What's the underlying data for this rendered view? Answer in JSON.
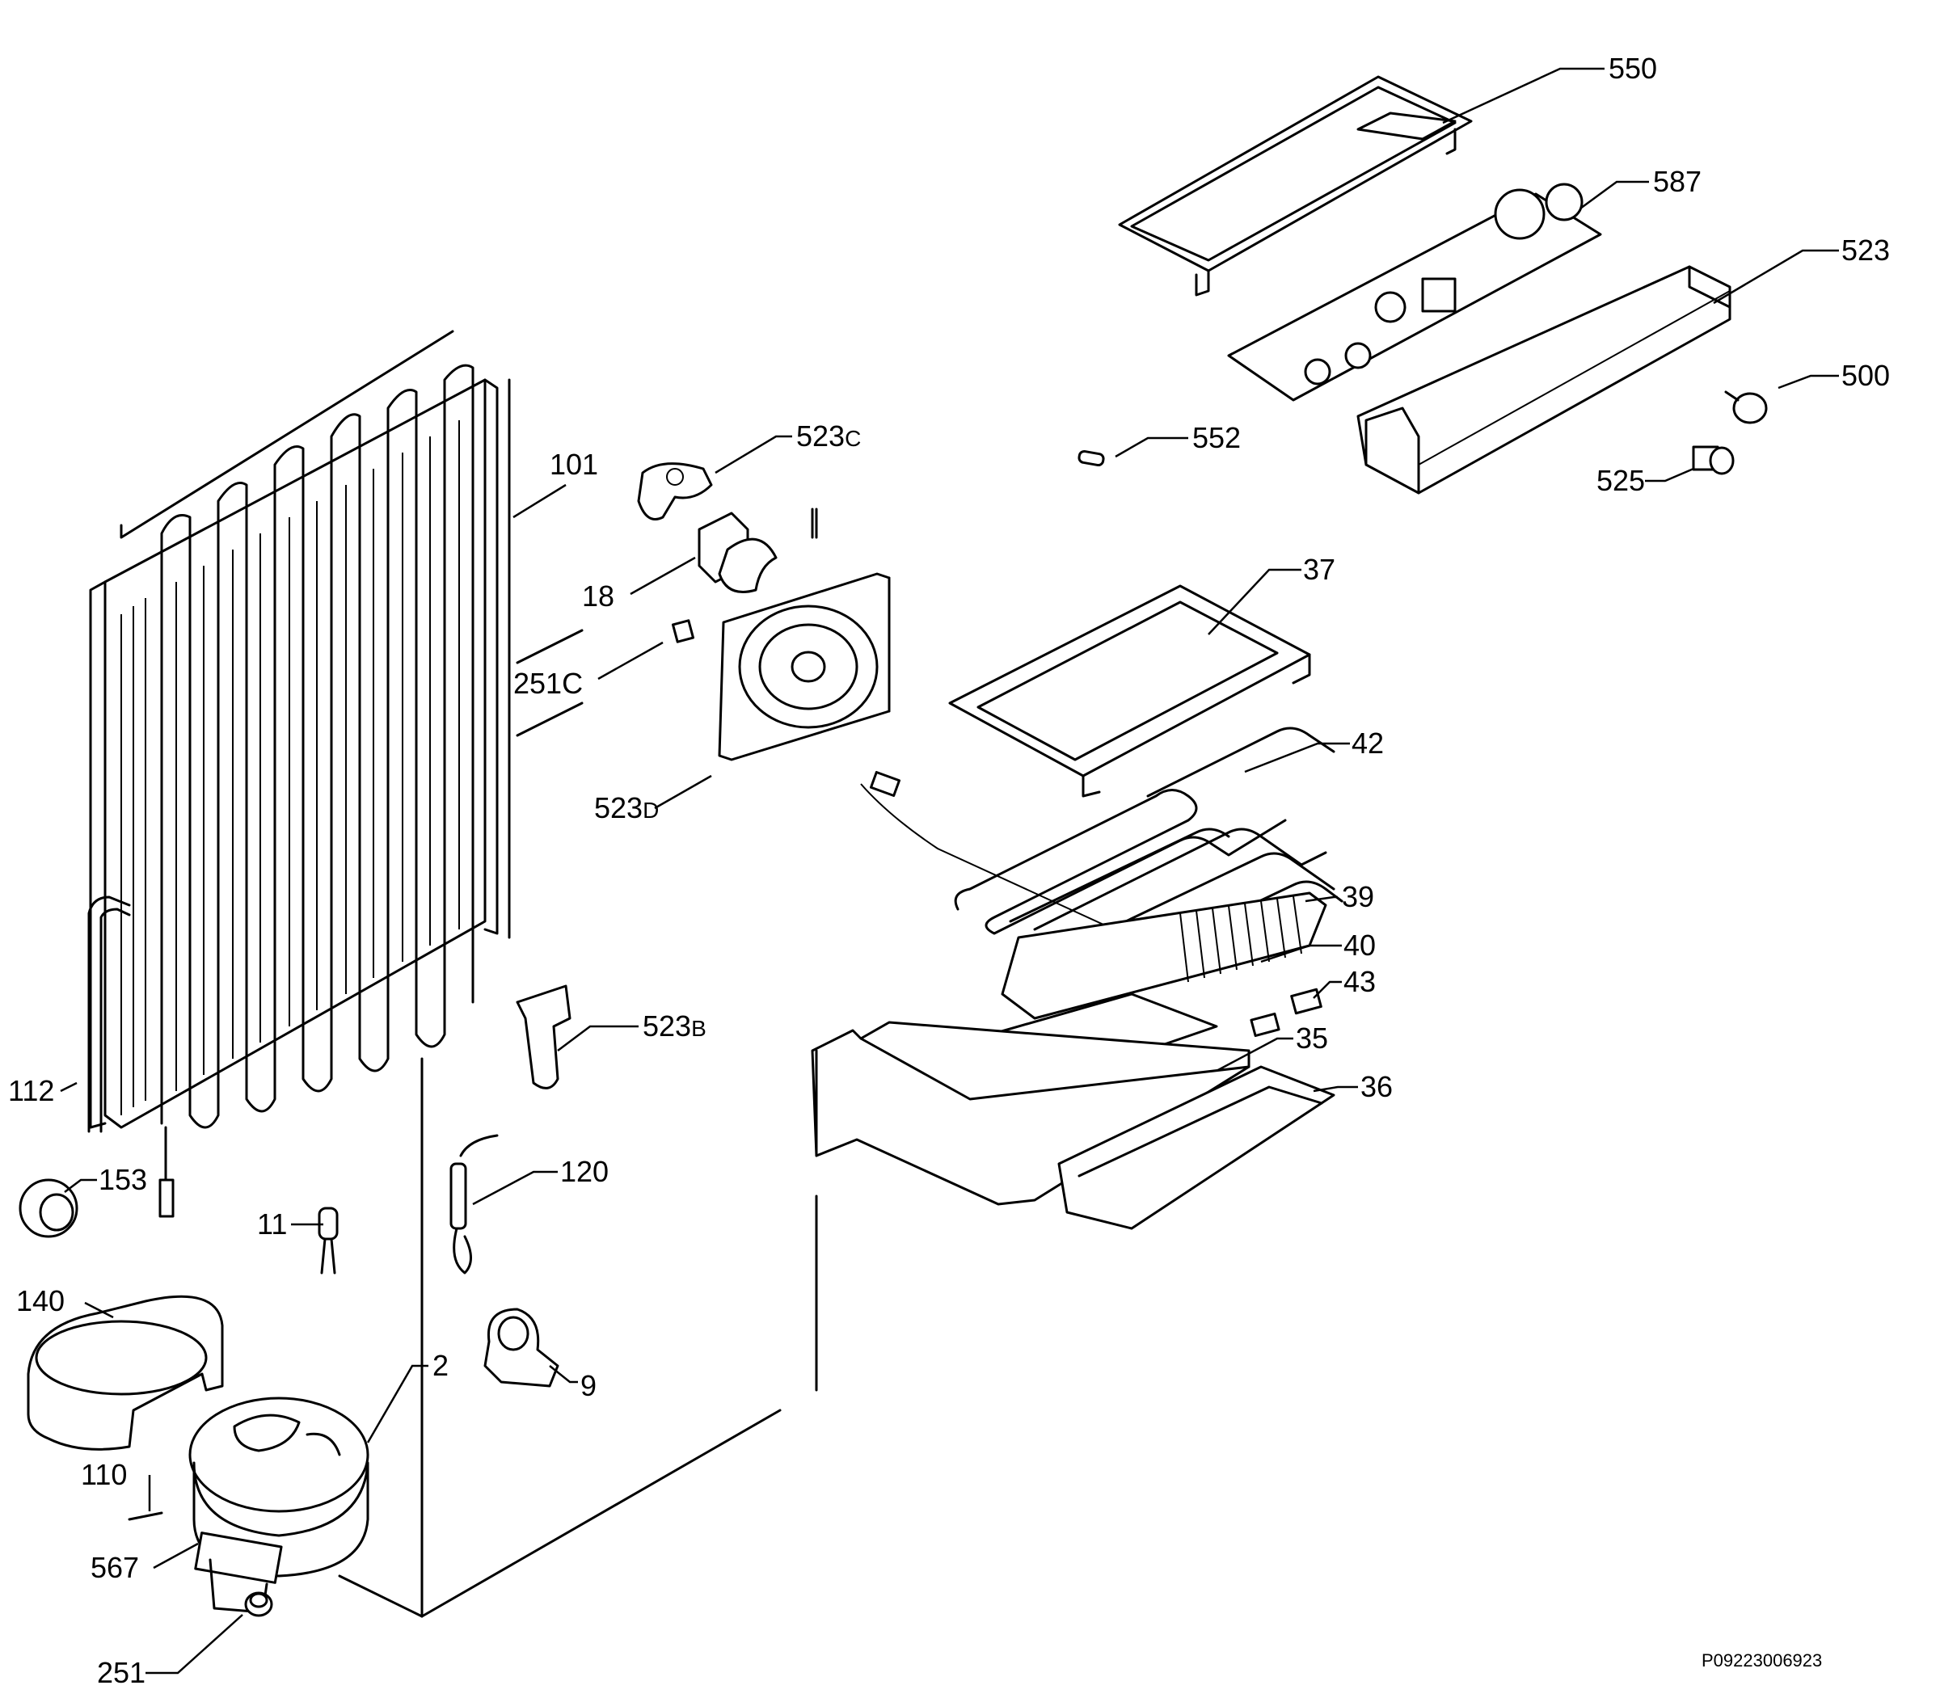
{
  "diagram": {
    "reference_code": "P09223006923",
    "callouts": [
      {
        "id": "550",
        "main": "550",
        "suffix": ""
      },
      {
        "id": "587",
        "main": "587",
        "suffix": ""
      },
      {
        "id": "523",
        "main": "523",
        "suffix": ""
      },
      {
        "id": "500",
        "main": "500",
        "suffix": ""
      },
      {
        "id": "525",
        "main": "525",
        "suffix": ""
      },
      {
        "id": "552",
        "main": "552",
        "suffix": ""
      },
      {
        "id": "523C",
        "main": "523",
        "suffix": "C"
      },
      {
        "id": "101",
        "main": "101",
        "suffix": ""
      },
      {
        "id": "18",
        "main": "18",
        "suffix": ""
      },
      {
        "id": "251C",
        "main": "251C",
        "suffix": ""
      },
      {
        "id": "523D",
        "main": "523",
        "suffix": "D"
      },
      {
        "id": "37",
        "main": "37",
        "suffix": ""
      },
      {
        "id": "42",
        "main": "42",
        "suffix": ""
      },
      {
        "id": "39",
        "main": "39",
        "suffix": ""
      },
      {
        "id": "40",
        "main": "40",
        "suffix": ""
      },
      {
        "id": "43",
        "main": "43",
        "suffix": ""
      },
      {
        "id": "35",
        "main": "35",
        "suffix": ""
      },
      {
        "id": "36",
        "main": "36",
        "suffix": ""
      },
      {
        "id": "523B",
        "main": "523",
        "suffix": "B"
      },
      {
        "id": "112",
        "main": "112",
        "suffix": ""
      },
      {
        "id": "153",
        "main": "153",
        "suffix": ""
      },
      {
        "id": "120",
        "main": "120",
        "suffix": ""
      },
      {
        "id": "11",
        "main": "11",
        "suffix": ""
      },
      {
        "id": "140",
        "main": "140",
        "suffix": ""
      },
      {
        "id": "2",
        "main": "2",
        "suffix": ""
      },
      {
        "id": "9",
        "main": "9",
        "suffix": ""
      },
      {
        "id": "110",
        "main": "110",
        "suffix": ""
      },
      {
        "id": "567",
        "main": "567",
        "suffix": ""
      },
      {
        "id": "251",
        "main": "251",
        "suffix": ""
      }
    ]
  }
}
